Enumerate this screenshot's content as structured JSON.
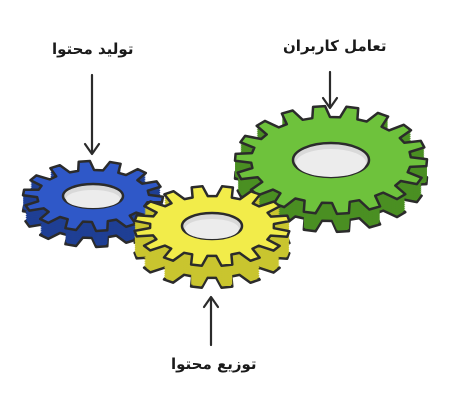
{
  "labels": {
    "production": "تولید محتوا",
    "interaction": "تعامل کاربران",
    "distribution": "توزیع محتوا"
  },
  "colors": {
    "blue_gear": "#2f58c8",
    "blue_gear_side": "#1f3f94",
    "yellow_gear": "#f2ec4a",
    "yellow_gear_side": "#c9c52f",
    "green_gear": "#6ec23c",
    "green_gear_side": "#4a8f22",
    "hole": "#d9d9d9",
    "outline": "#2b2b2b",
    "arrow": "#2b2b2b"
  },
  "icons": [
    "gear-icon",
    "gear-icon",
    "gear-icon",
    "arrow-down-icon",
    "arrow-down-icon",
    "arrow-up-icon"
  ]
}
